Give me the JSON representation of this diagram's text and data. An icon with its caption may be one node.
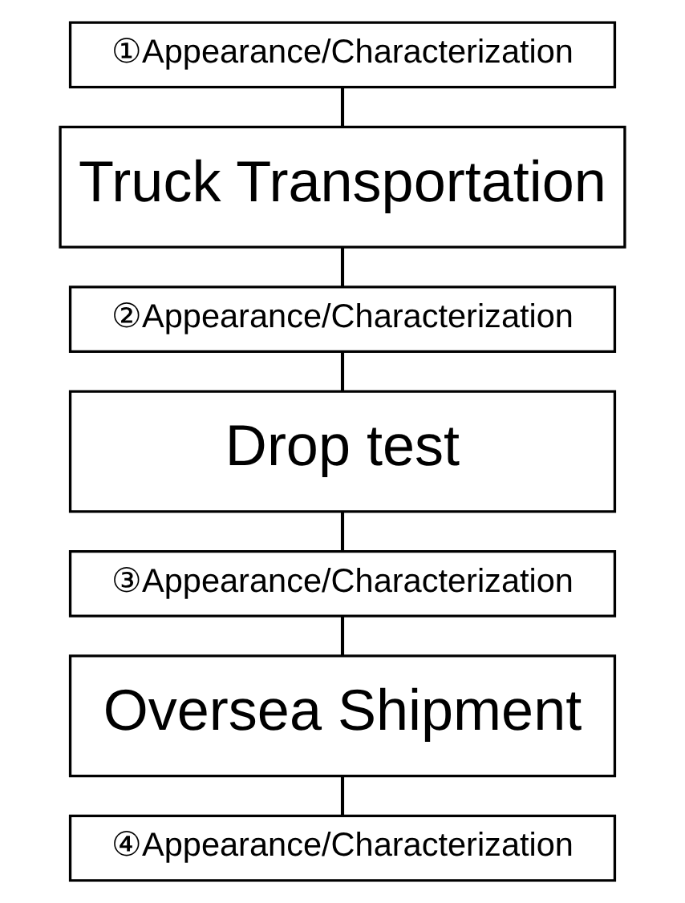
{
  "diagram": {
    "nodes": [
      {
        "text": [
          "①Appearance/Characterization"
        ]
      },
      {
        "text": [
          "Truck Transportation"
        ]
      },
      {
        "text": [
          "②Appearance/Characterization"
        ]
      },
      {
        "text": [
          "Drop test"
        ]
      },
      {
        "text": [
          "③Appearance/Characterization"
        ]
      },
      {
        "text": [
          "Oversea Shipment"
        ]
      },
      {
        "text": [
          "④Appearance/Characterization"
        ]
      }
    ],
    "edges": [
      {
        "from": 0,
        "to": 1,
        "arrow": "none"
      },
      {
        "from": 1,
        "to": 2,
        "arrow": "none"
      },
      {
        "from": 2,
        "to": 3,
        "arrow": "none"
      },
      {
        "from": 3,
        "to": 4,
        "arrow": "none"
      },
      {
        "from": 4,
        "to": 5,
        "arrow": "none"
      },
      {
        "from": 5,
        "to": 6,
        "arrow": "none"
      }
    ]
  }
}
